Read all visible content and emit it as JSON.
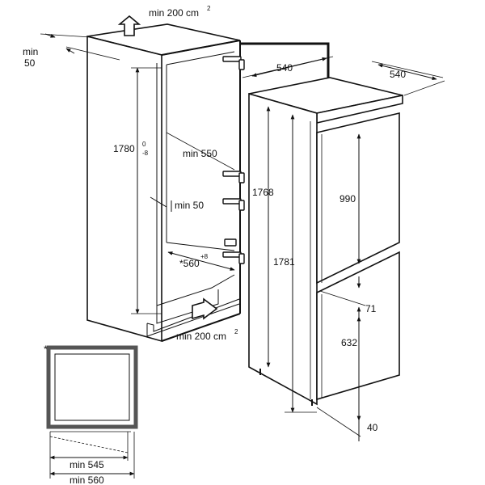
{
  "labels": {
    "vent_top": "min 200 cm",
    "vent_top_sup": "2",
    "vent_bottom": "min 200 cm",
    "vent_bottom_sup": "2",
    "min50_a": "min",
    "min50_b": "50",
    "niche_height": "1780",
    "niche_height_tol_top": "0",
    "niche_height_tol_bot": "-8",
    "min550": "min 550",
    "min50_inner": "min 50",
    "niche_width": "*560",
    "niche_width_tol": "+8",
    "depth_top": "540",
    "depth_right": "540",
    "dim_1768": "1768",
    "dim_1781": "1781",
    "dim_990": "990",
    "dim_71": "71",
    "dim_632": "632",
    "dim_40": "40",
    "asterisk": "*",
    "min545": "min 545",
    "min560": "min 560"
  }
}
